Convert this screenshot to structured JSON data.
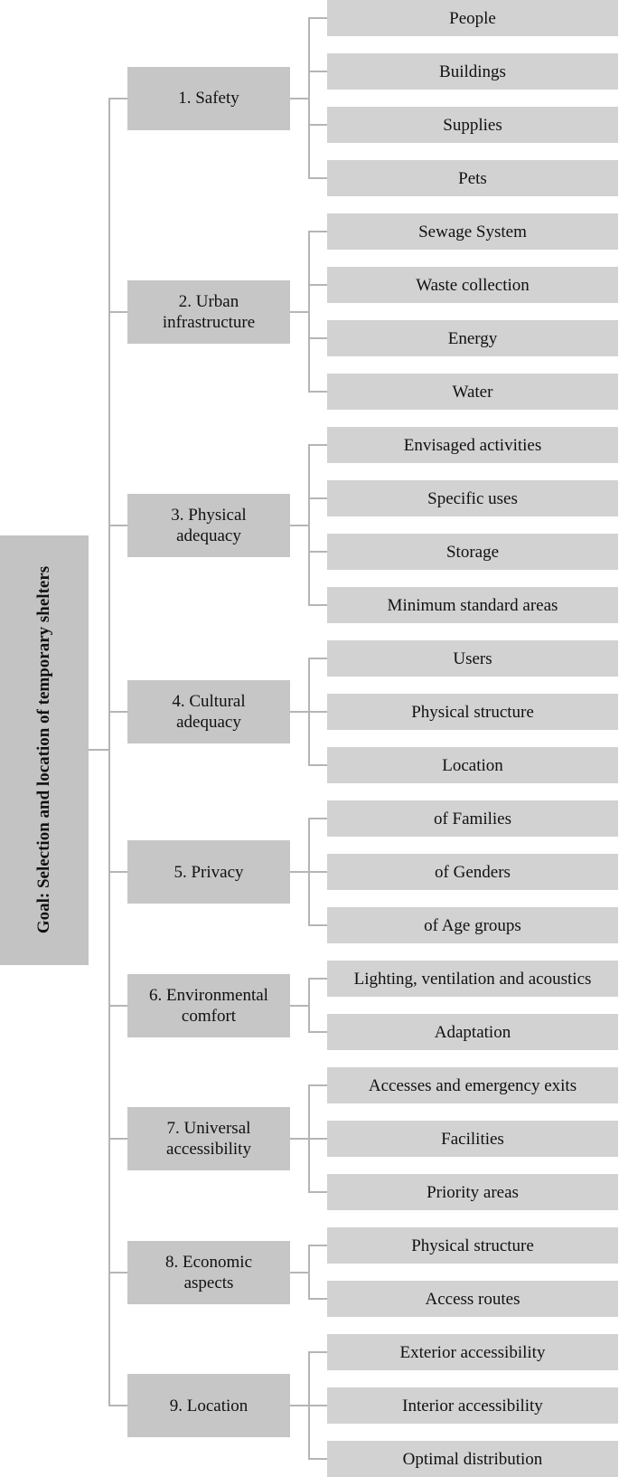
{
  "goal": {
    "title": "Goal: Selection and location of temporary shelters"
  },
  "colors": {
    "goal_box": "#c3c3c3",
    "criterion_box": "#c6c6c6",
    "sub_box": "#d2d2d2",
    "connector": "#b5b5b5"
  },
  "criteria": [
    {
      "label": "1. Safety",
      "subs": [
        "People",
        "Buildings",
        "Supplies",
        "Pets"
      ]
    },
    {
      "label": "2. Urban\ninfrastructure",
      "subs": [
        "Sewage System",
        "Waste collection",
        "Energy",
        "Water"
      ]
    },
    {
      "label": "3. Physical\nadequacy",
      "subs": [
        "Envisaged activities",
        "Specific uses",
        "Storage",
        "Minimum standard areas"
      ]
    },
    {
      "label": "4. Cultural\nadequacy",
      "subs": [
        "Users",
        "Physical structure",
        "Location"
      ]
    },
    {
      "label": "5. Privacy",
      "subs": [
        "of Families",
        "of Genders",
        "of Age groups"
      ]
    },
    {
      "label": "6. Environmental\ncomfort",
      "subs": [
        "Lighting, ventilation and acoustics",
        "Adaptation"
      ]
    },
    {
      "label": "7. Universal\naccessibility",
      "subs": [
        "Accesses and emergency exits",
        "Facilities",
        "Priority areas"
      ]
    },
    {
      "label": "8. Economic\naspects",
      "subs": [
        "Physical structure",
        "Access routes"
      ]
    },
    {
      "label": "9. Location",
      "subs": [
        "Exterior accessibility",
        "Interior accessibility",
        "Optimal distribution"
      ]
    }
  ]
}
